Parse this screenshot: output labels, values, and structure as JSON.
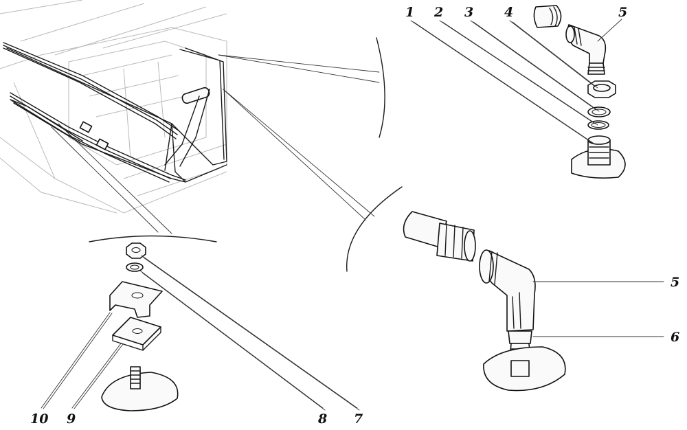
{
  "diagram": {
    "callouts": [
      {
        "id": "c1",
        "text": "1"
      },
      {
        "id": "c2",
        "text": "2"
      },
      {
        "id": "c3",
        "text": "3"
      },
      {
        "id": "c4",
        "text": "4"
      },
      {
        "id": "c5a",
        "text": "5"
      },
      {
        "id": "c5b",
        "text": "5"
      },
      {
        "id": "c6",
        "text": "6"
      },
      {
        "id": "c7",
        "text": "7"
      },
      {
        "id": "c8",
        "text": "8"
      },
      {
        "id": "c9",
        "text": "9"
      },
      {
        "id": "c10",
        "text": "10"
      }
    ]
  }
}
